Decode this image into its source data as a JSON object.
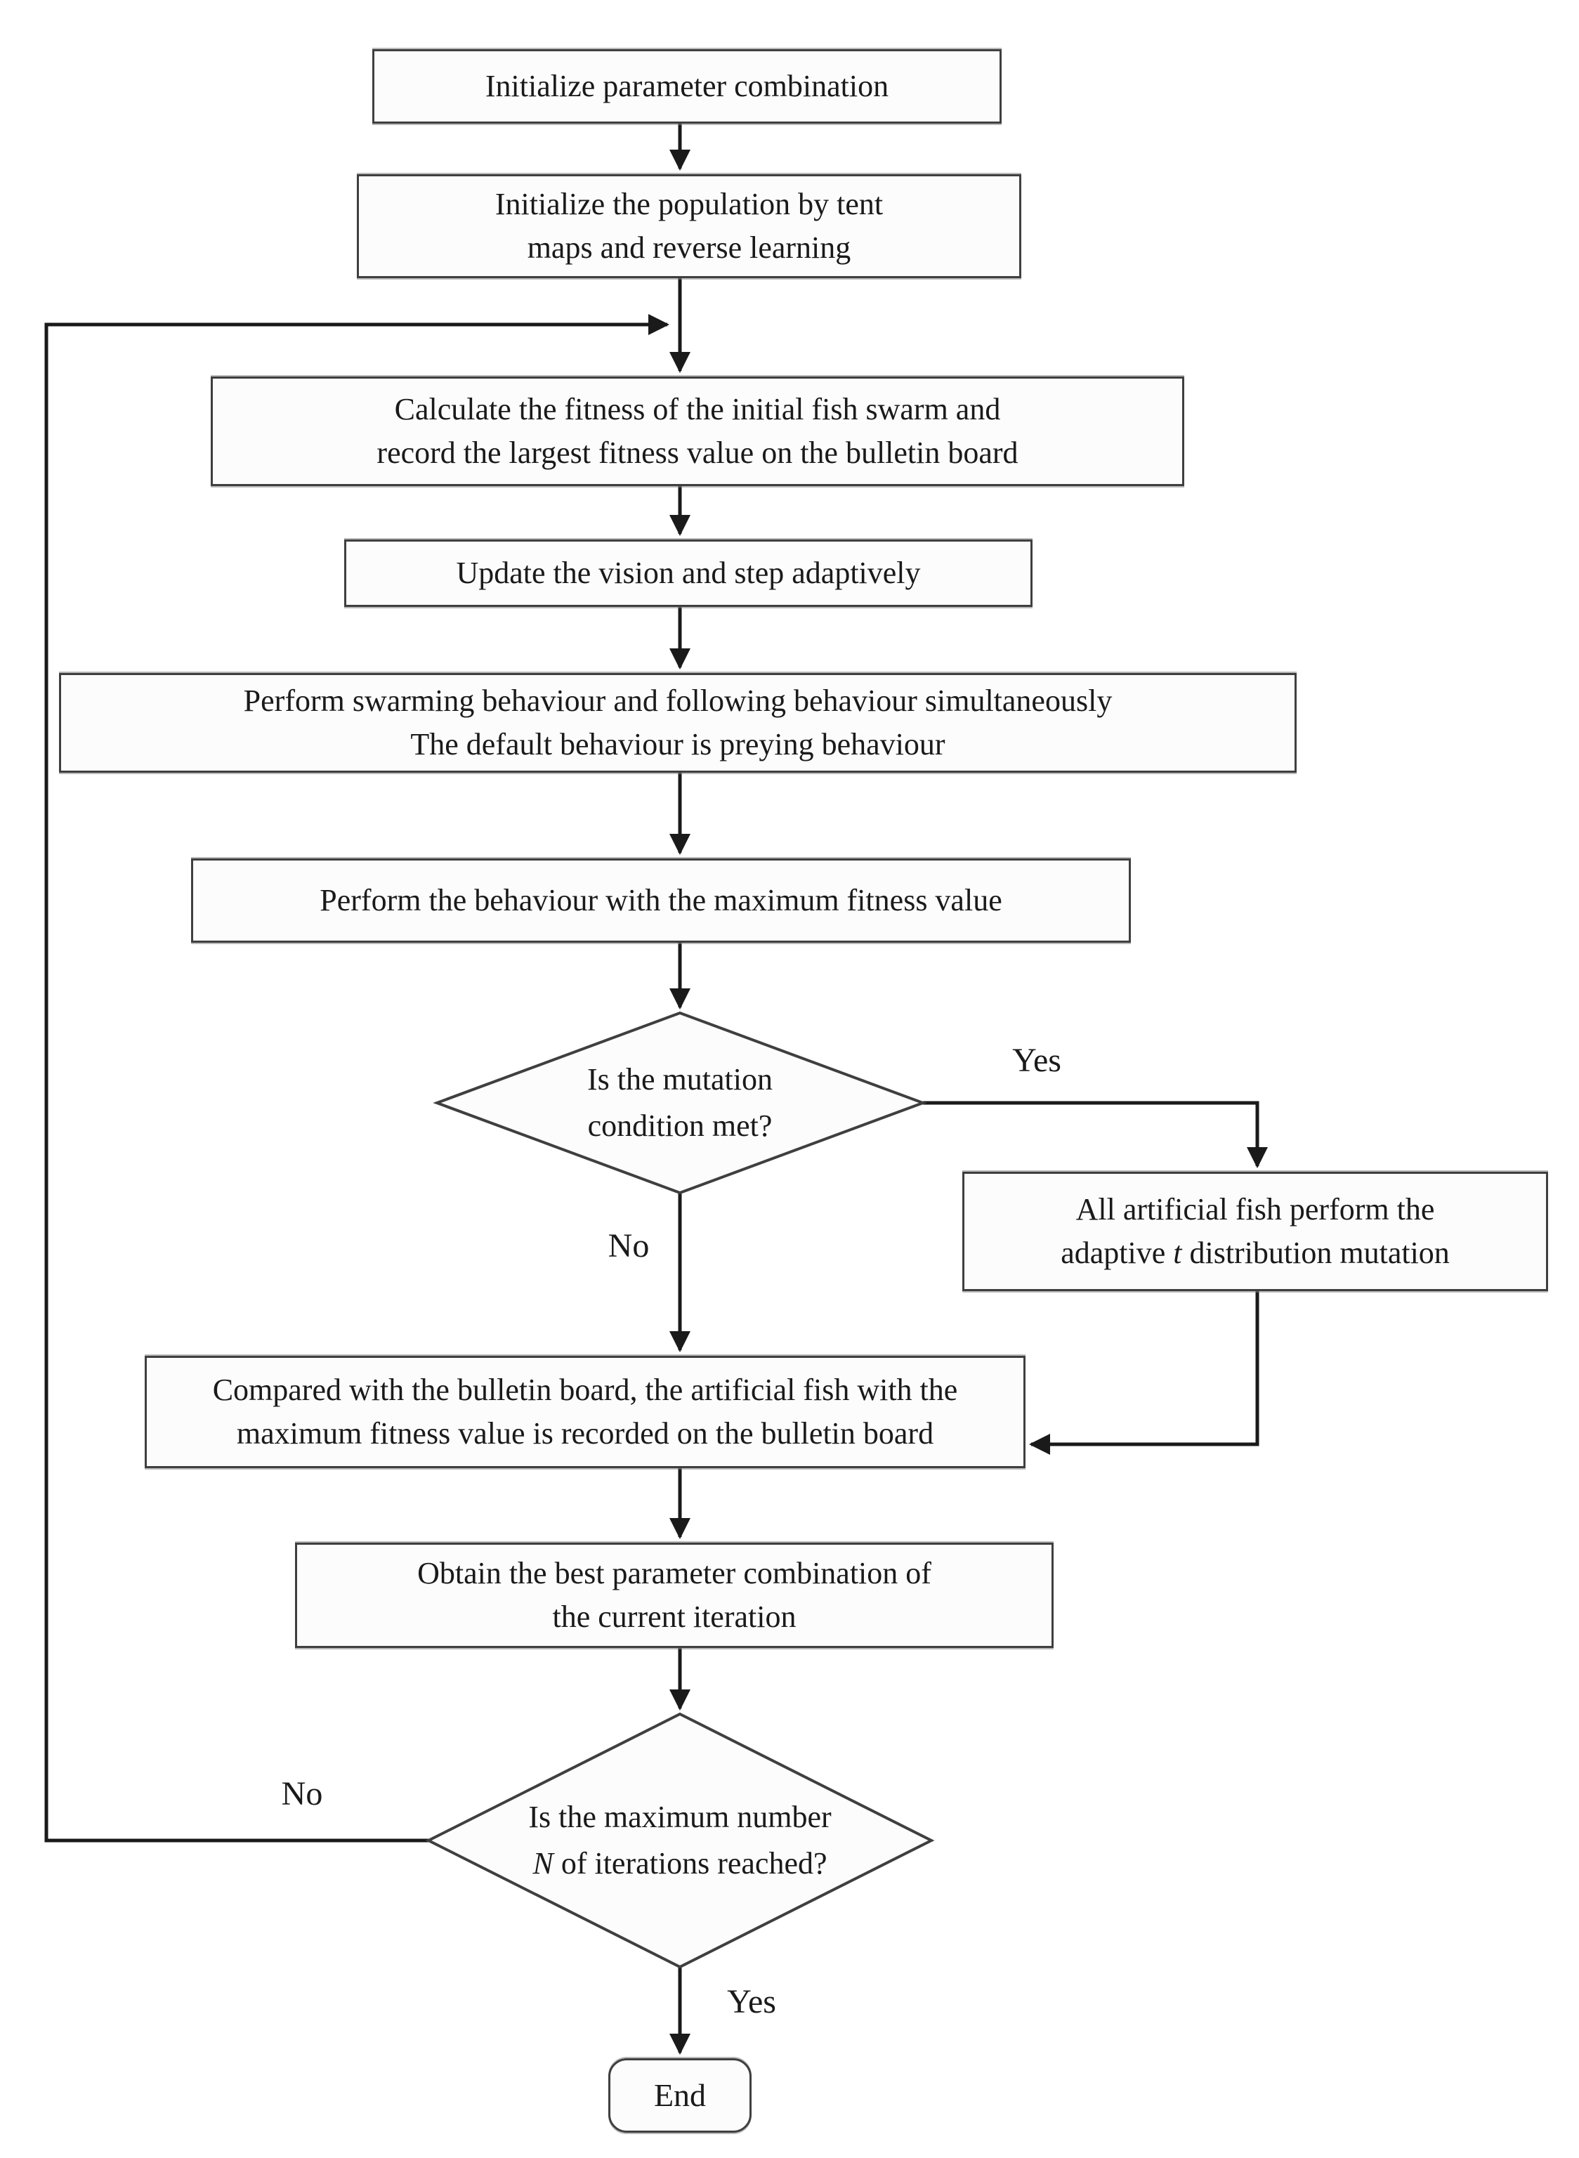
{
  "figure": {
    "description": "Flowchart of an improved artificial fish swarm optimization algorithm",
    "colors": {
      "background": "#ffffff",
      "box_fill": "#fcfcfc",
      "box_border": "#3f3f3f",
      "ink": "#1a1a1a"
    }
  },
  "nodes": {
    "init_params": {
      "type": "process",
      "lines": [
        "Initialize parameter combination"
      ]
    },
    "init_population": {
      "type": "process",
      "lines": [
        "Initialize the population by tent",
        "maps and reverse learning"
      ]
    },
    "calc_fitness": {
      "type": "process",
      "lines": [
        "Calculate the fitness of the initial fish swarm and",
        "record the largest fitness value on the bulletin board"
      ]
    },
    "update_vision": {
      "type": "process",
      "lines": [
        "Update the vision and step adaptively"
      ]
    },
    "perform_swarm": {
      "type": "process",
      "lines": [
        "Perform swarming behaviour and following behaviour simultaneously",
        "The default behaviour is preying behaviour"
      ]
    },
    "perform_max": {
      "type": "process",
      "lines": [
        "Perform the behaviour with the maximum fitness value"
      ]
    },
    "mutation_decision": {
      "type": "decision",
      "lines": [
        "Is the mutation",
        "condition met?"
      ]
    },
    "mutation": {
      "type": "process",
      "lines": [
        "All artificial fish perform the"
      ],
      "line2": [
        "adaptive ",
        "t",
        " distribution mutation"
      ]
    },
    "compare_board": {
      "type": "process",
      "lines": [
        "Compared with the bulletin board, the artificial fish with the",
        "maximum fitness value is recorded on the bulletin board"
      ]
    },
    "obtain_best": {
      "type": "process",
      "lines": [
        "Obtain the best parameter combination of",
        "the current iteration"
      ]
    },
    "iteration_decision": {
      "type": "decision",
      "lines": [
        "Is the maximum number"
      ],
      "line2": [
        "N",
        " of iterations reached?"
      ]
    },
    "end": {
      "type": "terminal",
      "label": "End"
    }
  },
  "edge_labels": {
    "mutation_yes": "Yes",
    "mutation_no": "No",
    "iteration_no": "No",
    "iteration_yes": "Yes"
  }
}
